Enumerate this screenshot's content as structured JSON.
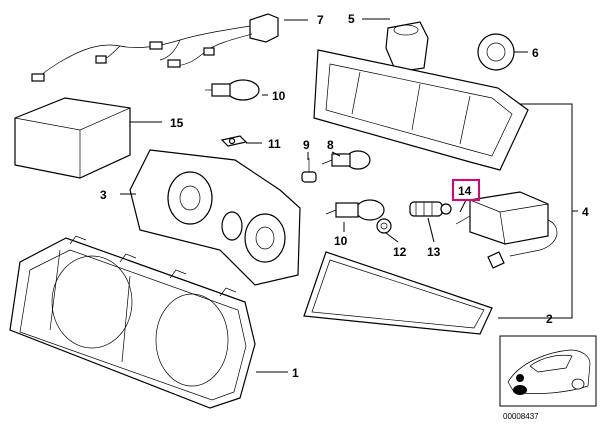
{
  "callouts": {
    "c1": "1",
    "c2": "2",
    "c3": "3",
    "c4": "4",
    "c5": "5",
    "c6": "6",
    "c7": "7",
    "c8": "8",
    "c9": "9",
    "c10a": "10",
    "c10b": "10",
    "c11": "11",
    "c12": "12",
    "c13": "13",
    "c14": "14",
    "c15": "15"
  },
  "highlight_color": "#e0007a",
  "diagram_id": "00008437"
}
